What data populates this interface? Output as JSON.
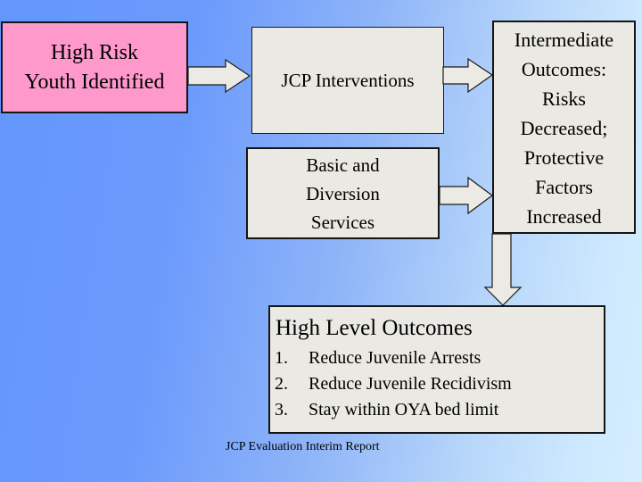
{
  "slide": {
    "title": "JCP program logic model slide",
    "colors": {
      "background_gradient_left": "#6496fc",
      "background_gradient_right": "#d5eeff",
      "high_risk_box_fill": "#ff99cc",
      "gray_box_fill": "#eae9e3",
      "border": "#151515",
      "text": "#000000"
    },
    "boxes": {
      "high_risk": {
        "text": "High Risk\nYouth Identified"
      },
      "jcp": {
        "text": "JCP Interventions"
      },
      "basic": {
        "text": "Basic and\nDiversion\nServices"
      },
      "intermediate": {
        "text": "Intermediate\nOutcomes:\nRisks\nDecreased;\nProtective\nFactors\nIncreased"
      },
      "outcomes": {
        "title": "High Level Outcomes",
        "items": [
          {
            "num": "1.",
            "text": "Reduce Juvenile Arrests"
          },
          {
            "num": "2.",
            "text": "Reduce Juvenile Recidivism"
          },
          {
            "num": "3.",
            "text": "Stay within OYA bed limit"
          }
        ]
      }
    },
    "arrows": [
      {
        "name": "high-risk-to-jcp",
        "direction": "right"
      },
      {
        "name": "jcp-to-intermediate",
        "direction": "right"
      },
      {
        "name": "basic-to-intermediate",
        "direction": "right"
      },
      {
        "name": "intermediate-to-outcomes",
        "direction": "down"
      }
    ],
    "footer": {
      "text": "JCP Evaluation Interim Report"
    }
  }
}
